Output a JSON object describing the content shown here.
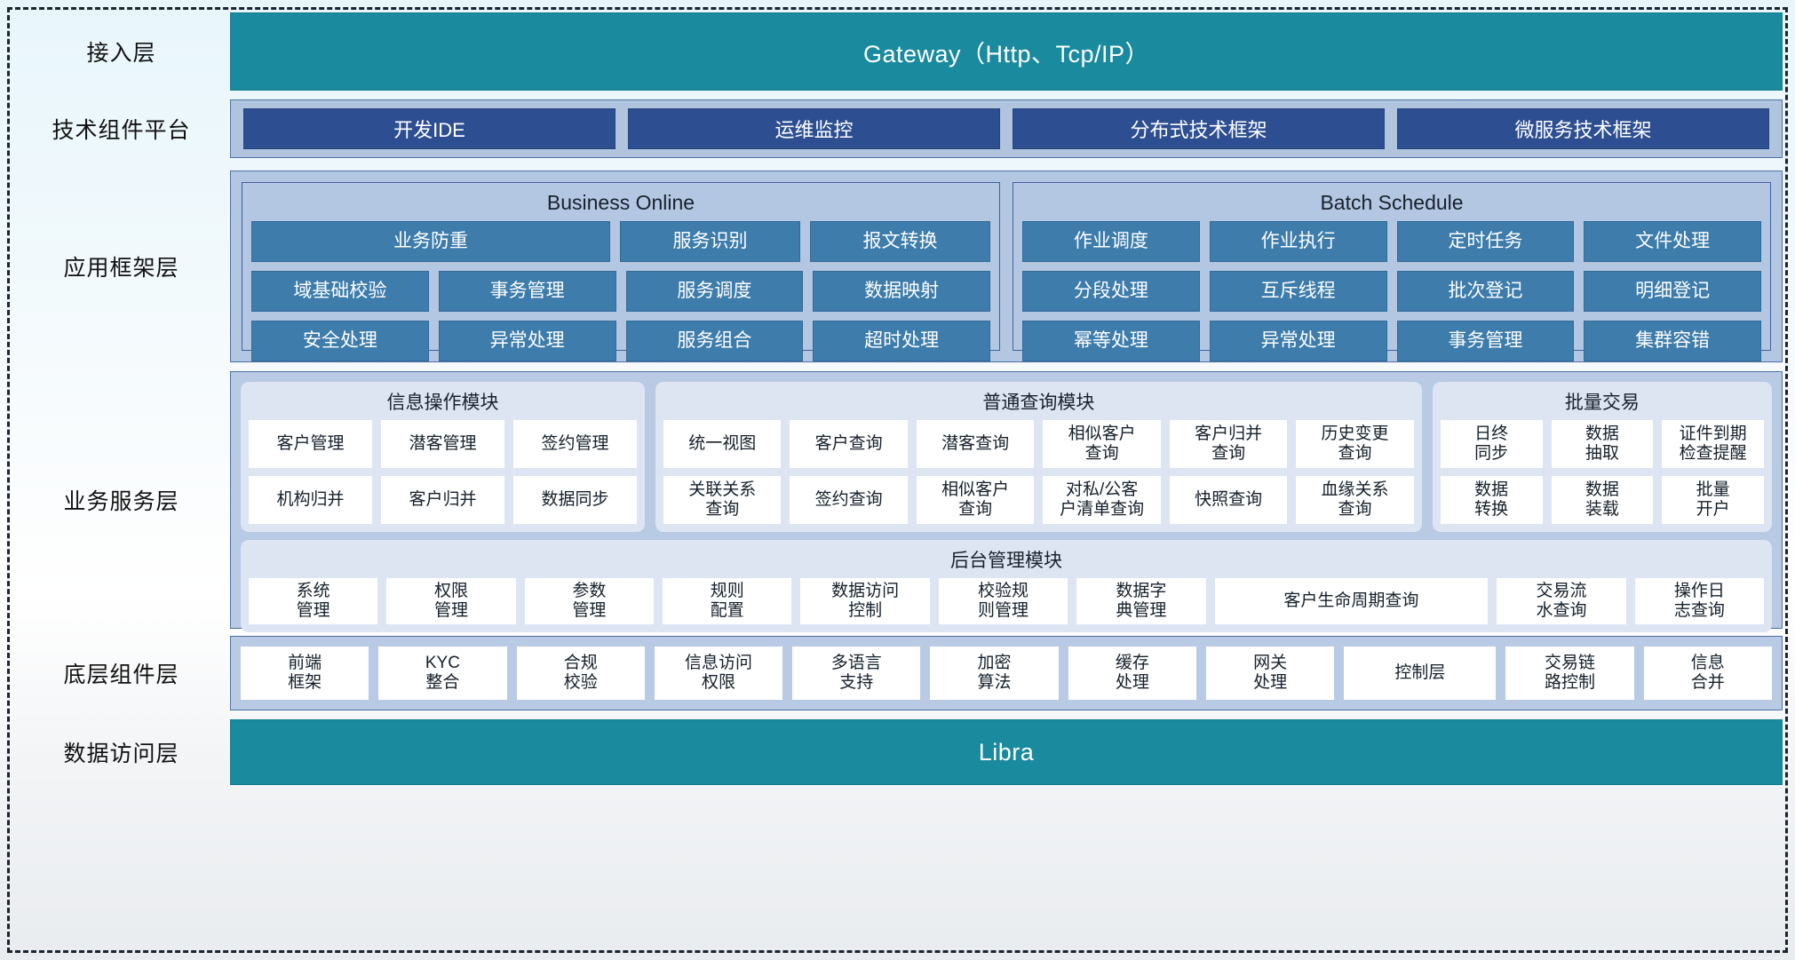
{
  "layers": {
    "access": "接入层",
    "tech": "技术组件平台",
    "appframe": "应用框架层",
    "bizservice": "业务服务层",
    "component": "底层组件层",
    "dataaccess": "数据访问层"
  },
  "gateway": {
    "label": "Gateway（Http、Tcp/IP）"
  },
  "tech_platform": {
    "items": [
      {
        "label": "开发IDE"
      },
      {
        "label": "运维监控"
      },
      {
        "label": "分布式技术框架"
      },
      {
        "label": "微服务技术框架"
      }
    ]
  },
  "app_framework": {
    "groups": [
      {
        "title": "Business Online",
        "rows": [
          [
            {
              "label": "业务防重",
              "span": 2
            },
            {
              "label": "服务识别",
              "span": 1
            },
            {
              "label": "报文转换",
              "span": 1
            }
          ],
          [
            {
              "label": "域基础校验",
              "span": 1
            },
            {
              "label": "事务管理",
              "span": 1
            },
            {
              "label": "服务调度",
              "span": 1
            },
            {
              "label": "数据映射",
              "span": 1
            }
          ],
          [
            {
              "label": "安全处理",
              "span": 1
            },
            {
              "label": "异常处理",
              "span": 1
            },
            {
              "label": "服务组合",
              "span": 1
            },
            {
              "label": "超时处理",
              "span": 1
            }
          ]
        ]
      },
      {
        "title": "Batch Schedule",
        "rows": [
          [
            {
              "label": "作业调度",
              "span": 1
            },
            {
              "label": "作业执行",
              "span": 1
            },
            {
              "label": "定时任务",
              "span": 1
            },
            {
              "label": "文件处理",
              "span": 1
            }
          ],
          [
            {
              "label": "分段处理",
              "span": 1
            },
            {
              "label": "互斥线程",
              "span": 1
            },
            {
              "label": "批次登记",
              "span": 1
            },
            {
              "label": "明细登记",
              "span": 1
            }
          ],
          [
            {
              "label": "幂等处理",
              "span": 1
            },
            {
              "label": "异常处理",
              "span": 1
            },
            {
              "label": "事务管理",
              "span": 1
            },
            {
              "label": "集群容错",
              "span": 1
            }
          ]
        ]
      }
    ]
  },
  "business_service": {
    "top_groups": [
      {
        "title": "信息操作模块",
        "flex": 30,
        "rows": [
          [
            {
              "label": "客户管理"
            },
            {
              "label": "潜客管理"
            },
            {
              "label": "签约管理"
            }
          ],
          [
            {
              "label": "机构归并"
            },
            {
              "label": "客户归并"
            },
            {
              "label": "数据同步"
            }
          ]
        ]
      },
      {
        "title": "普通查询模块",
        "flex": 58,
        "rows": [
          [
            {
              "label": "统一视图"
            },
            {
              "label": "客户查询"
            },
            {
              "label": "潜客查询"
            },
            {
              "label": "相似客户\n查询"
            },
            {
              "label": "客户归并\n查询"
            },
            {
              "label": "历史变更\n查询"
            }
          ],
          [
            {
              "label": "关联关系\n查询"
            },
            {
              "label": "签约查询"
            },
            {
              "label": "相似客户\n查询"
            },
            {
              "label": "对私/公客\n户清单查询"
            },
            {
              "label": "快照查询"
            },
            {
              "label": "血缘关系\n查询"
            }
          ]
        ]
      },
      {
        "title": "批量交易",
        "flex": 25,
        "rows": [
          [
            {
              "label": "日终\n同步"
            },
            {
              "label": "数据\n抽取"
            },
            {
              "label": "证件到期\n检查提醒"
            }
          ],
          [
            {
              "label": "数据\n转换"
            },
            {
              "label": "数据\n装载"
            },
            {
              "label": "批量\n开户"
            }
          ]
        ]
      }
    ],
    "bottom_group": {
      "title": "后台管理模块",
      "cells": [
        {
          "label": "系统\n管理",
          "flex": 10
        },
        {
          "label": "权限\n管理",
          "flex": 10
        },
        {
          "label": "参数\n管理",
          "flex": 10
        },
        {
          "label": "规则\n配置",
          "flex": 10
        },
        {
          "label": "数据访问\n控制",
          "flex": 10
        },
        {
          "label": "校验规\n则管理",
          "flex": 10
        },
        {
          "label": "数据字\n典管理",
          "flex": 10
        },
        {
          "label": "客户生命周期查询",
          "flex": 22
        },
        {
          "label": "交易流\n水查询",
          "flex": 10
        },
        {
          "label": "操作日\n志查询",
          "flex": 10
        }
      ]
    }
  },
  "component_layer": {
    "items": [
      {
        "label": "前端\n框架",
        "flex": 10
      },
      {
        "label": "KYC\n整合",
        "flex": 10
      },
      {
        "label": "合规\n校验",
        "flex": 10
      },
      {
        "label": "信息访问\n权限",
        "flex": 10
      },
      {
        "label": "多语言\n支持",
        "flex": 10
      },
      {
        "label": "加密\n算法",
        "flex": 10
      },
      {
        "label": "缓存\n处理",
        "flex": 10
      },
      {
        "label": "网关\n处理",
        "flex": 10
      },
      {
        "label": "控制层",
        "flex": 12
      },
      {
        "label": "交易链\n路控制",
        "flex": 10
      },
      {
        "label": "信息\n合并",
        "flex": 10
      }
    ]
  },
  "libra": {
    "label": "Libra"
  },
  "colors": {
    "teal": "#1a8a9e",
    "tech_band": "#b0c4de",
    "tech_chip": "#2d4f91",
    "app_band": "#b4c7e2",
    "app_cell": "#3d7cab",
    "biz_band": "#b9cae4",
    "biz_group": "#dde5f2",
    "cell_white": "#ffffff",
    "border_blue": "#4d6ea6"
  }
}
